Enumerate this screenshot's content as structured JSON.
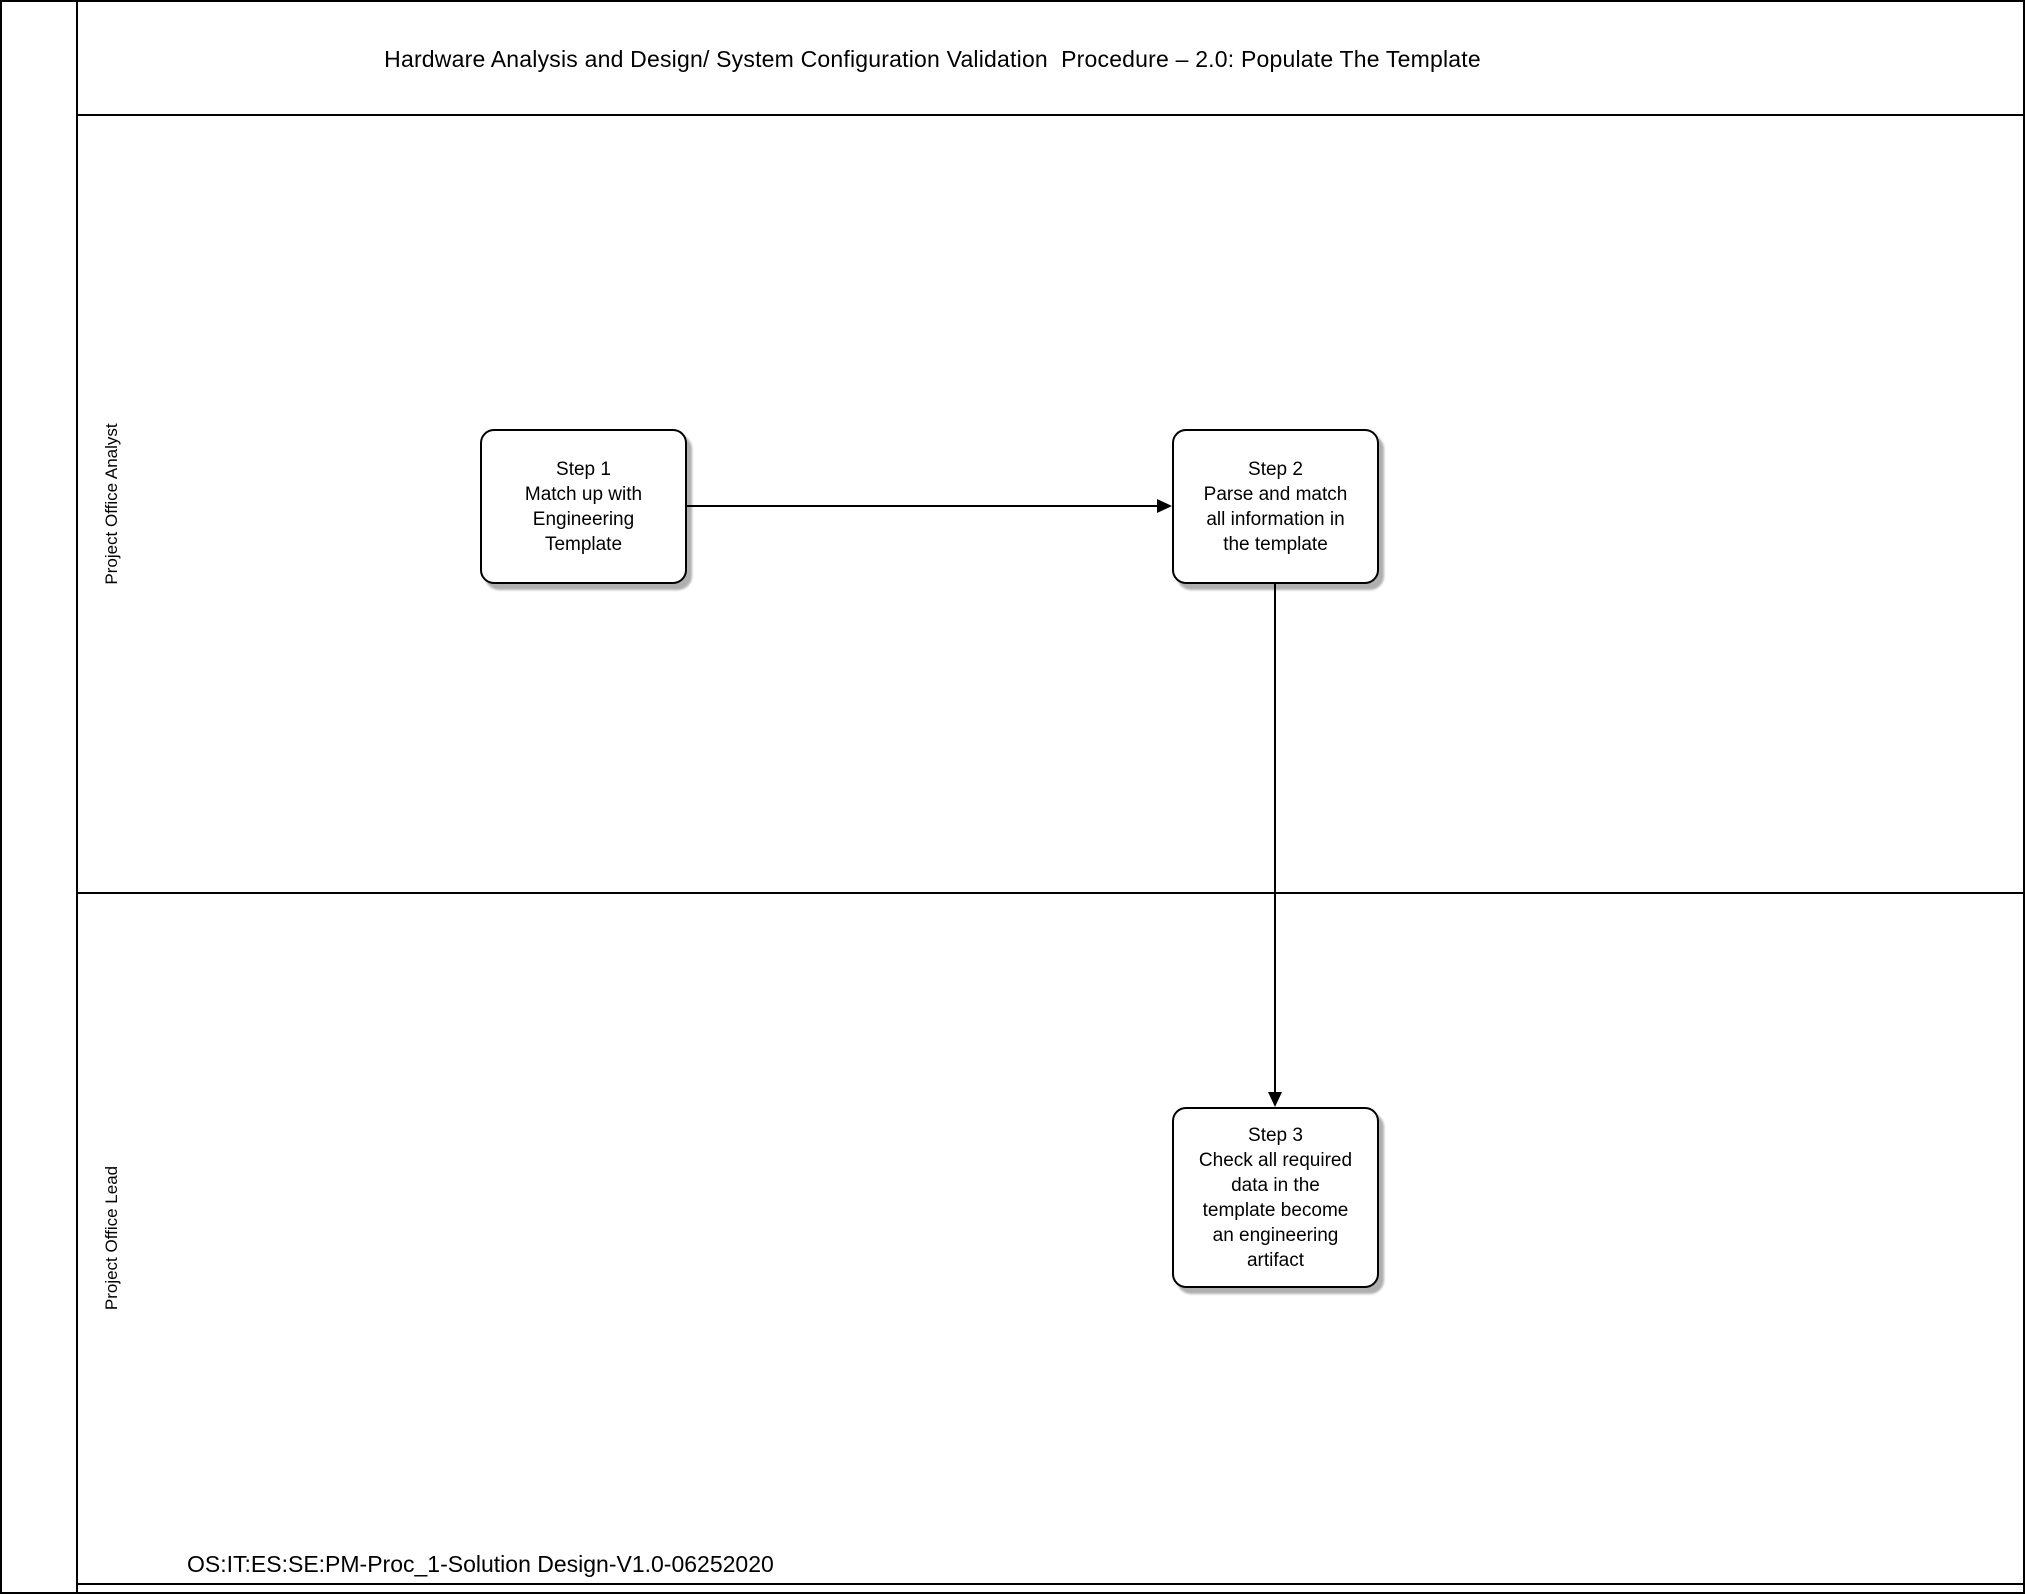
{
  "title": "Hardware Analysis and Design/ System Configuration Validation  Procedure – 2.0: Populate The Template",
  "lanes": [
    {
      "label": "Project Office Analyst"
    },
    {
      "label": "Project Office Lead"
    }
  ],
  "steps": [
    {
      "id": "step-1",
      "text": "Step 1\nMatch up with\nEngineering\nTemplate"
    },
    {
      "id": "step-2",
      "text": "Step 2\nParse and match\nall information in\nthe template"
    },
    {
      "id": "step-3",
      "text": "Step 3\nCheck all required\ndata in the\ntemplate become\nan engineering\nartifact"
    }
  ],
  "connectors": [
    {
      "from": "step-1",
      "to": "step-2",
      "direction": "right"
    },
    {
      "from": "step-2",
      "to": "step-3",
      "direction": "down"
    }
  ],
  "footer": "OS:IT:ES:SE:PM-Proc_1-Solution Design-V1.0-06252020",
  "colors": {
    "ink": "#000000",
    "background": "#ffffff",
    "shadow": "#6e6e6e"
  }
}
